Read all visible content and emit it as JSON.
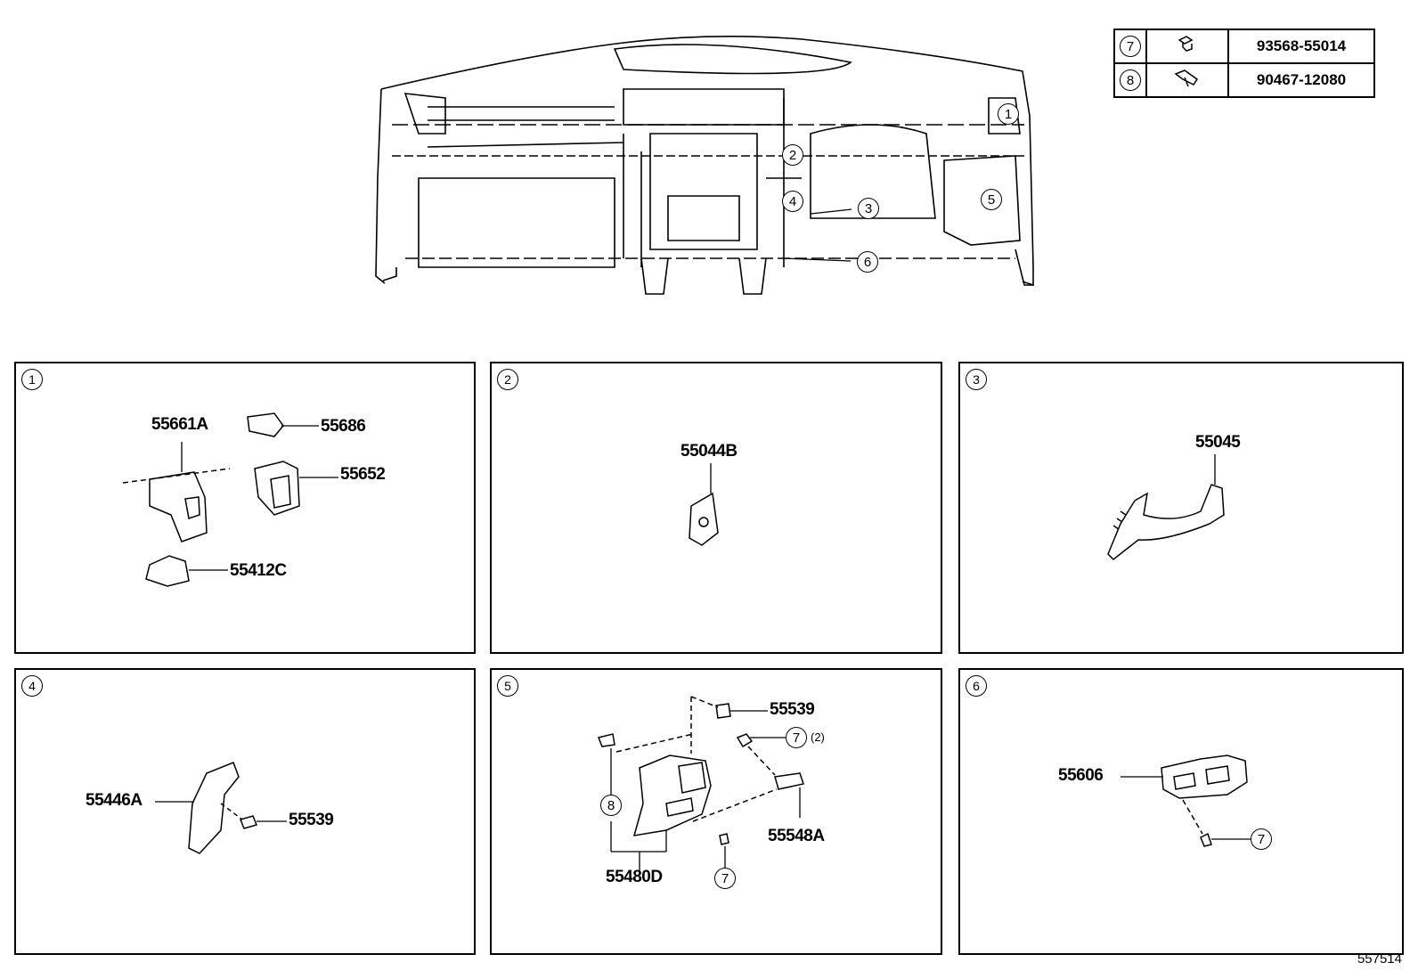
{
  "legend": [
    {
      "ref": "7",
      "part_no": "93568-55014",
      "icon": "bolt-icon"
    },
    {
      "ref": "8",
      "part_no": "90467-12080",
      "icon": "clip-icon"
    }
  ],
  "overview": {
    "callouts": [
      "1",
      "2",
      "3",
      "4",
      "5",
      "6"
    ]
  },
  "panels": [
    {
      "num": "1",
      "labels": [
        "55661A",
        "55686",
        "55652",
        "55412C"
      ]
    },
    {
      "num": "2",
      "labels": [
        "55044B"
      ]
    },
    {
      "num": "3",
      "labels": [
        "55045"
      ]
    },
    {
      "num": "4",
      "labels": [
        "55446A",
        "55539"
      ]
    },
    {
      "num": "5",
      "labels": [
        "55539",
        "55548A",
        "55480D"
      ],
      "refs": [
        "7",
        "8",
        "7"
      ],
      "qty": "(2)"
    },
    {
      "num": "6",
      "labels": [
        "55606"
      ],
      "refs": [
        "7"
      ]
    }
  ],
  "diagram_id": "557514"
}
